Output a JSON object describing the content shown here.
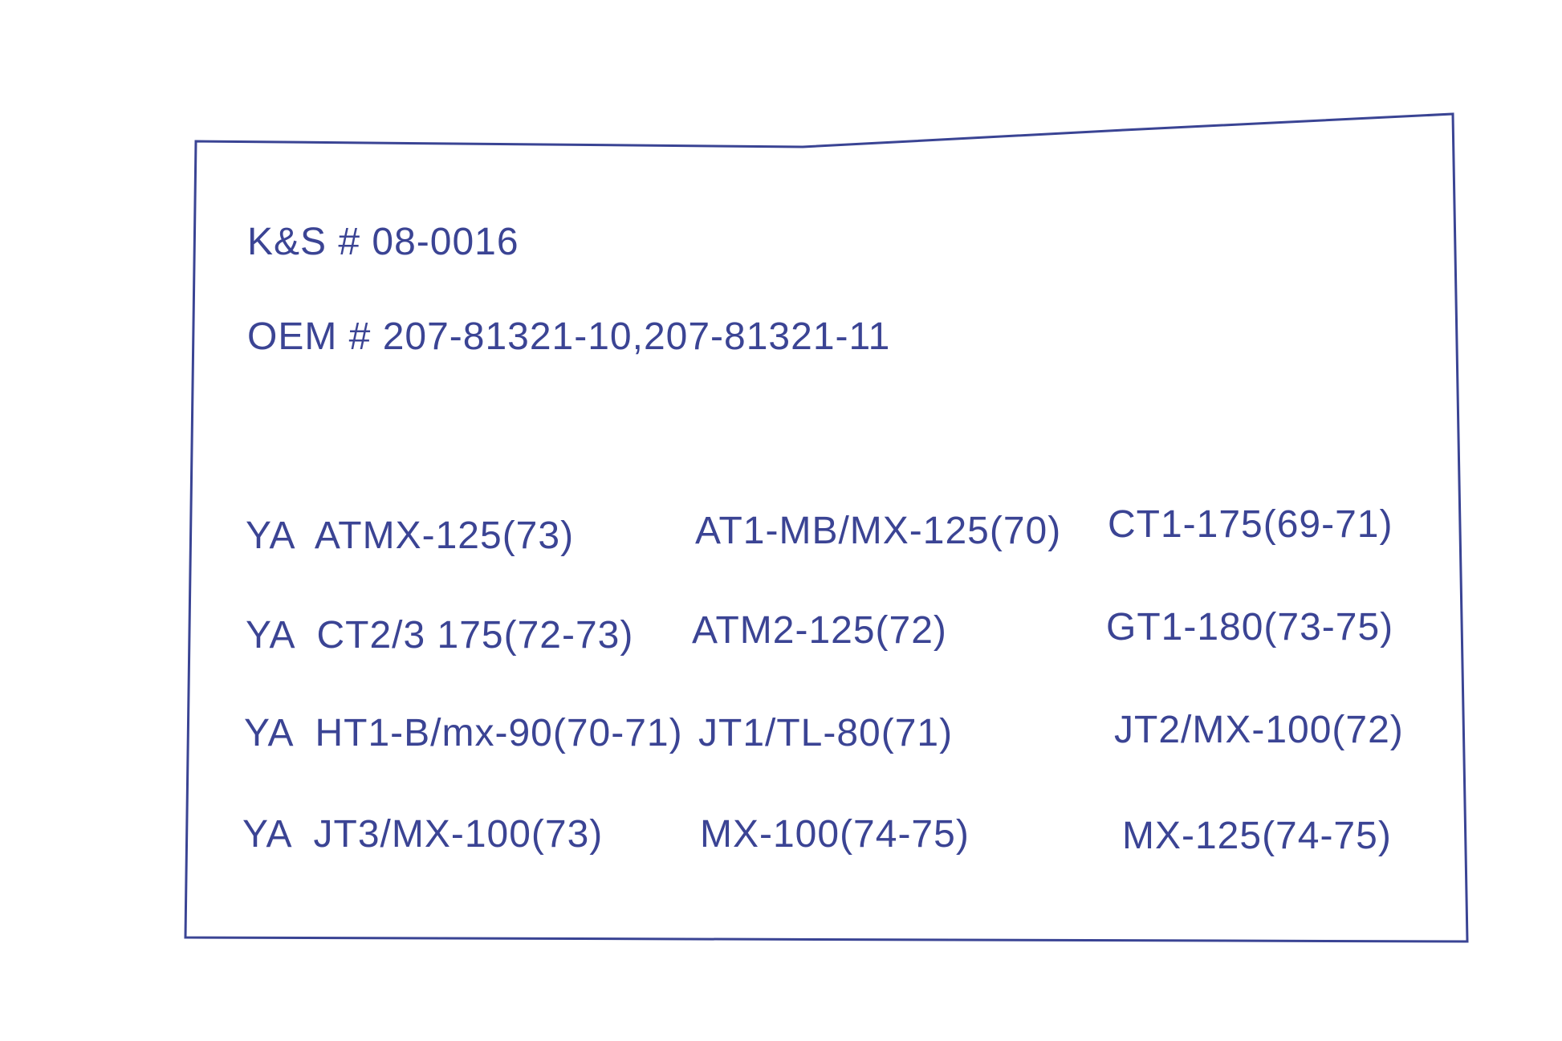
{
  "label": {
    "ks_number": "K&S # 08-0016",
    "oem_number": "OEM # 207-81321-10,207-81321-11",
    "fitments": [
      {
        "col1": "YA  ATMX-125(73)",
        "col2": "AT1-MB/MX-125(70)",
        "col3": "CT1-175(69-71)"
      },
      {
        "col1": "YA  CT2/3 175(72-73)",
        "col2": "ATM2-125(72)",
        "col3": "GT1-180(73-75)"
      },
      {
        "col1": "YA  HT1-B/mx-90(70-71)",
        "col2": "JT1/TL-80(71)",
        "col3": "JT2/MX-100(72)"
      },
      {
        "col1": "YA  JT3/MX-100(73)",
        "col2": "MX-100(74-75)",
        "col3": "MX-125(74-75)"
      }
    ]
  },
  "colors": {
    "ink": "#3b4494",
    "frame": "#3a4494",
    "paper": "#ffffff"
  }
}
